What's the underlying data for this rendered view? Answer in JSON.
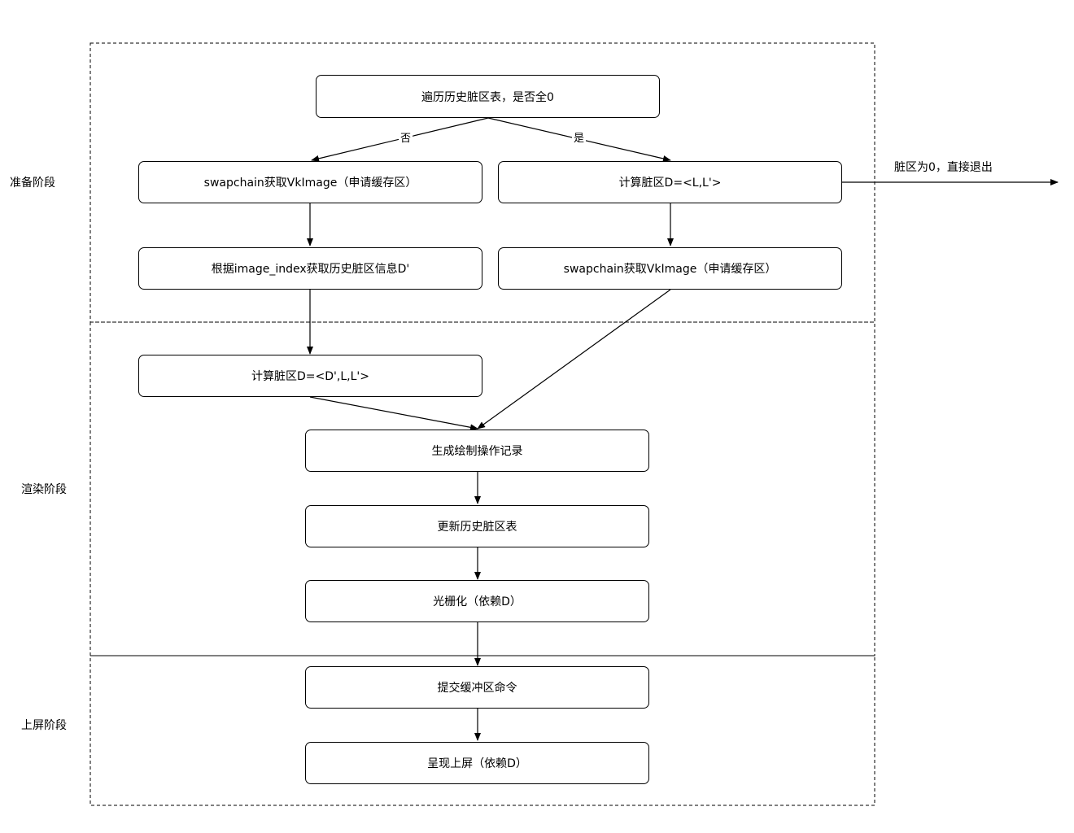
{
  "stages": {
    "prepare": "准备阶段",
    "render": "渲染阶段",
    "present": "上屏阶段"
  },
  "nodes": {
    "traverse_table": "遍历历史脏区表，是否全0",
    "acquire_image_left": "swapchain获取VkImage（申请缓存区）",
    "compute_dirty_right": "计算脏区D=<L,L'>",
    "get_history_info": "根据image_index获取历史脏区信息D'",
    "acquire_image_right": "swapchain获取VkImage（申请缓存区）",
    "compute_dirty_left": "计算脏区D=<D',L,L'>",
    "generate_records": "生成绘制操作记录",
    "update_table": "更新历史脏区表",
    "rasterize": "光栅化（依赖D）",
    "submit_commands": "提交缓冲区命令",
    "present_screen": "呈现上屏（依赖D）"
  },
  "edge_labels": {
    "no": "否",
    "yes": "是",
    "exit": "脏区为0，直接退出"
  }
}
